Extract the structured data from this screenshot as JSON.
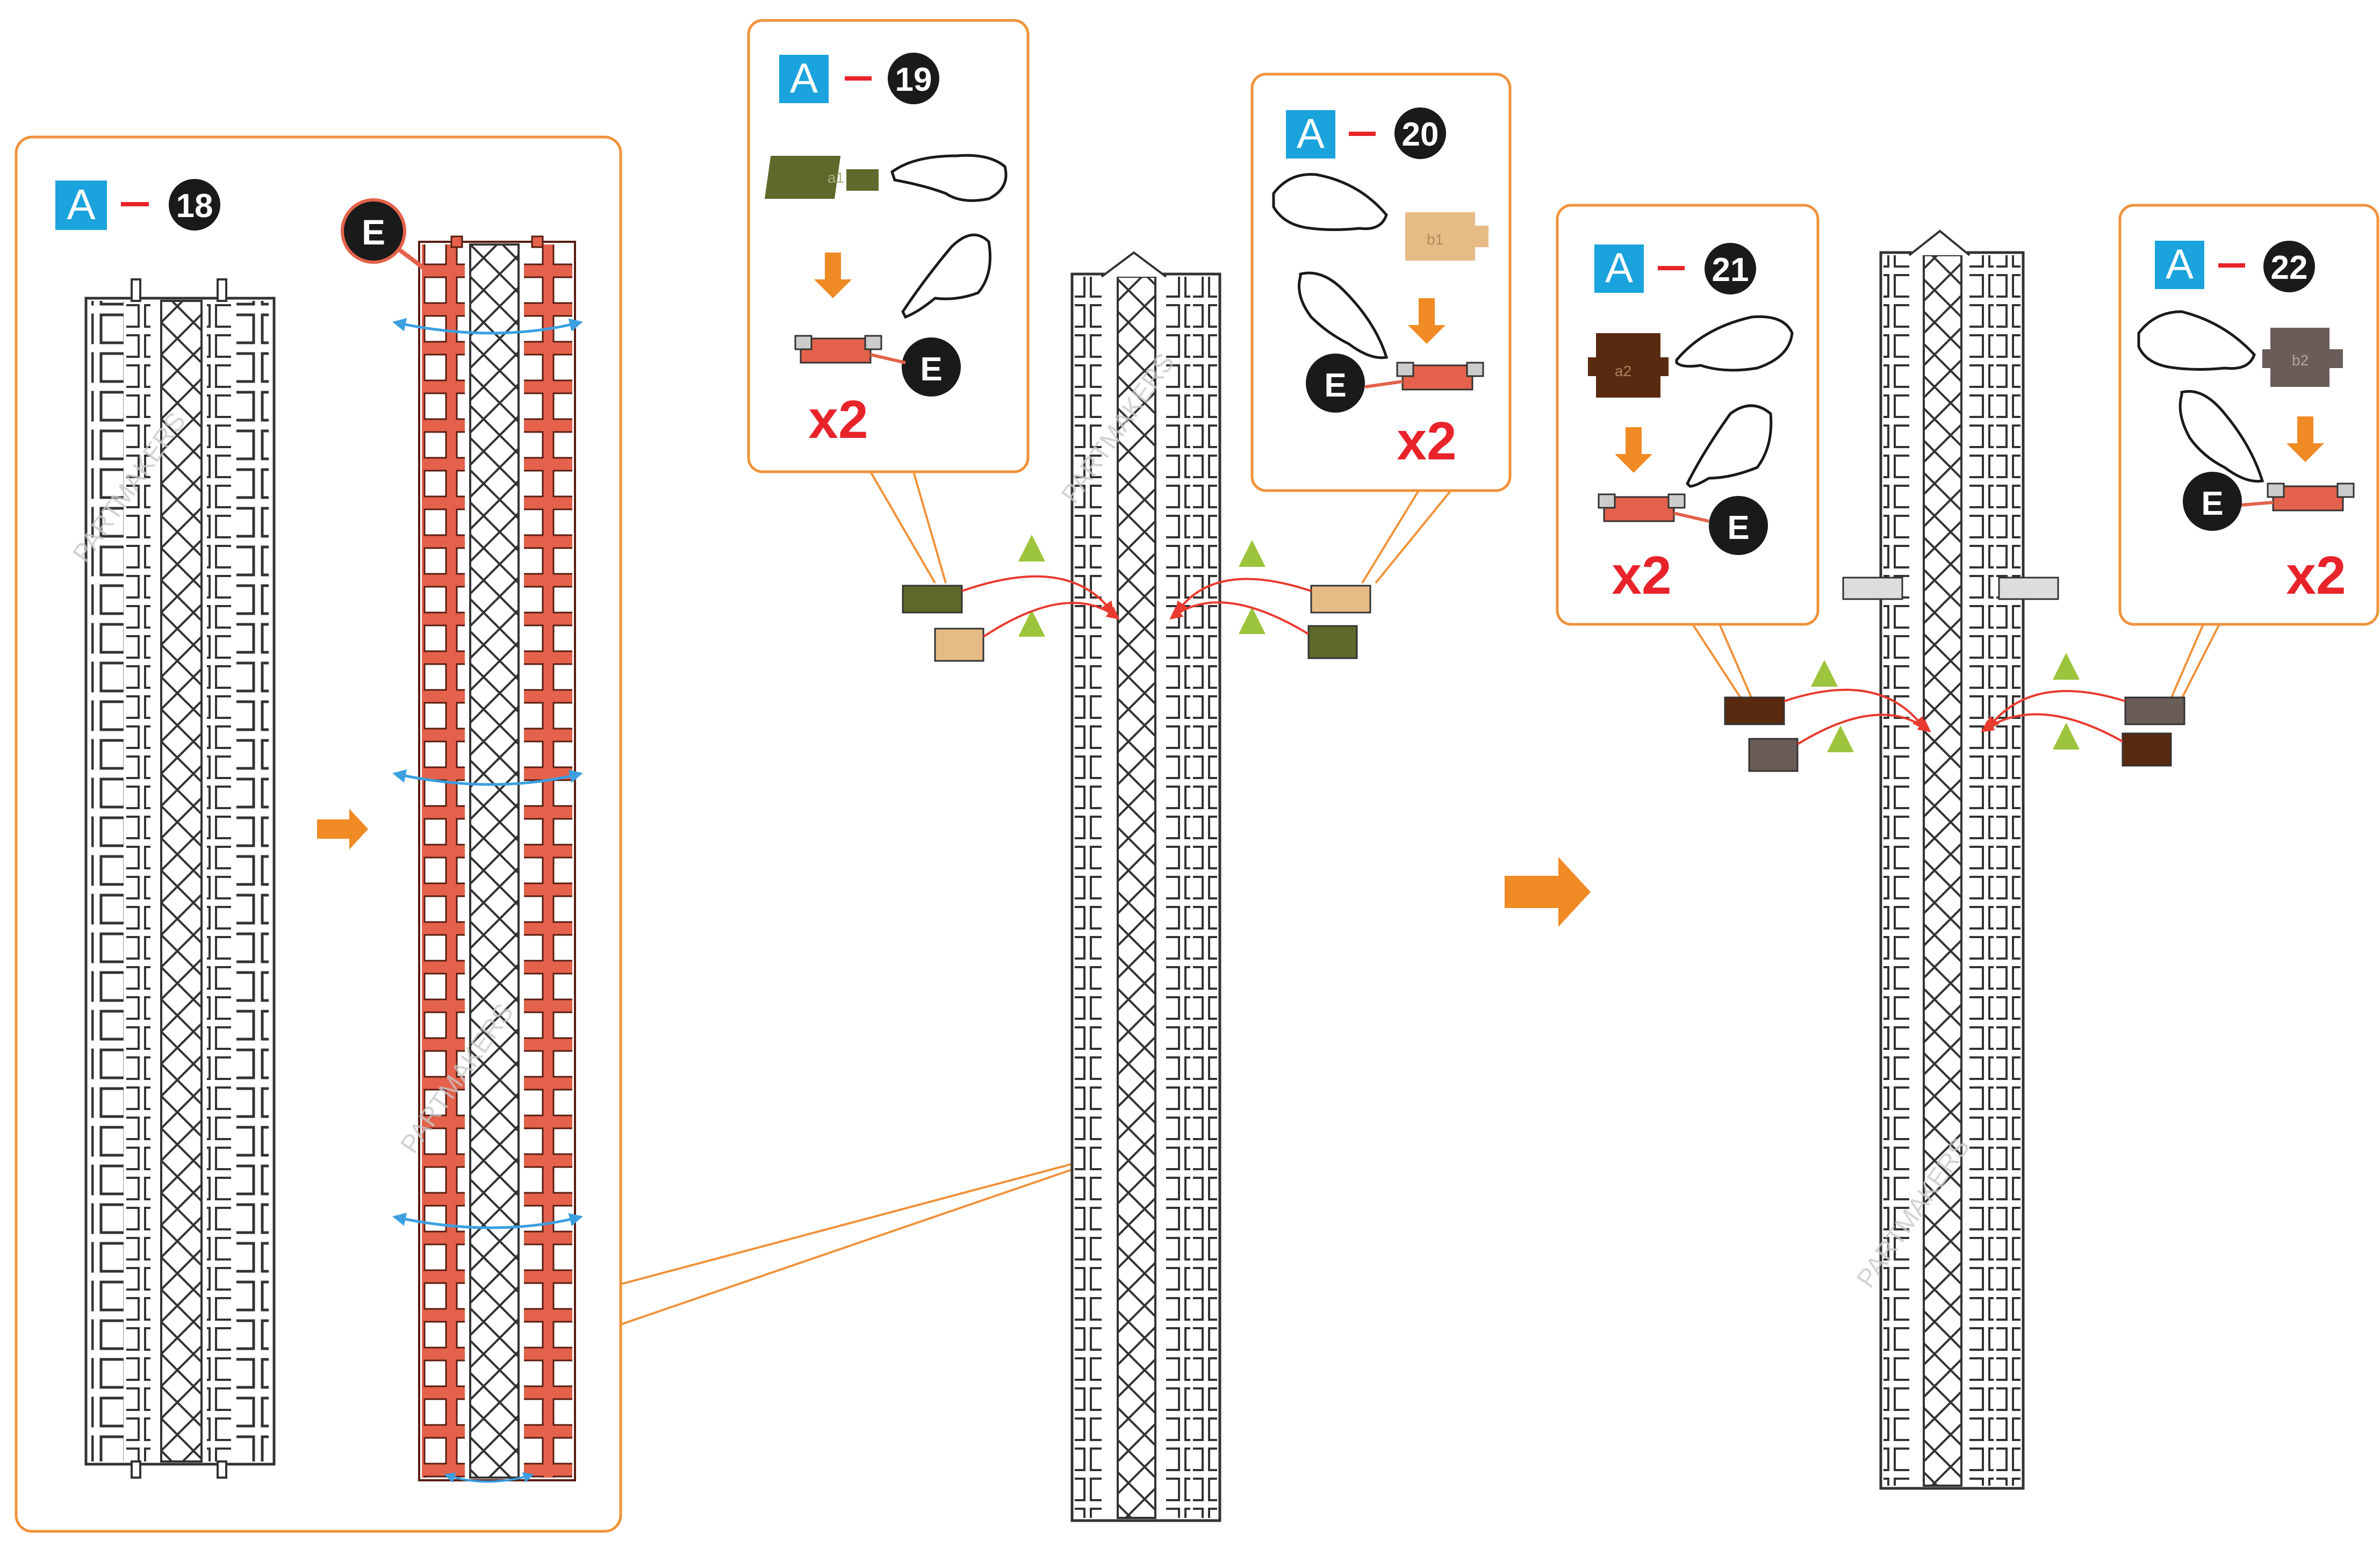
{
  "colors": {
    "callout_border": "#f0923a",
    "arrow_orange": "#f08a24",
    "part_letter_bg": "#1aa3dc",
    "step_circle": "#1a1a1a",
    "multiplier_red": "#e8232a",
    "tower_red": "#e4624b",
    "connector_red": "#e83a2e",
    "triangle_green": "#9cc43c",
    "blue_arrow": "#3b9fe0",
    "piece_olive": "#5d6a2b",
    "piece_tan": "#e7bb86",
    "piece_dark_brown": "#5a2a10",
    "piece_gray_brown": "#6a5c59"
  },
  "steps": [
    {
      "part": "A",
      "number": "18"
    },
    {
      "part": "A",
      "number": "19",
      "multiplier": "x2",
      "piece_code": "a1",
      "joint_label": "E"
    },
    {
      "part": "A",
      "number": "20",
      "multiplier": "x2",
      "piece_code": "b1",
      "joint_label": "E"
    },
    {
      "part": "A",
      "number": "21",
      "multiplier": "x2",
      "piece_code": "a2",
      "joint_label": "E"
    },
    {
      "part": "A",
      "number": "22",
      "multiplier": "x2",
      "piece_code": "b2",
      "joint_label": "E"
    }
  ],
  "assembly_18": {
    "joint_label": "E"
  },
  "watermark": "PARTMAKERS",
  "icons": [
    "pointing-hand-icon",
    "down-arrow-icon",
    "right-arrow-icon",
    "triangle-marker-icon"
  ]
}
